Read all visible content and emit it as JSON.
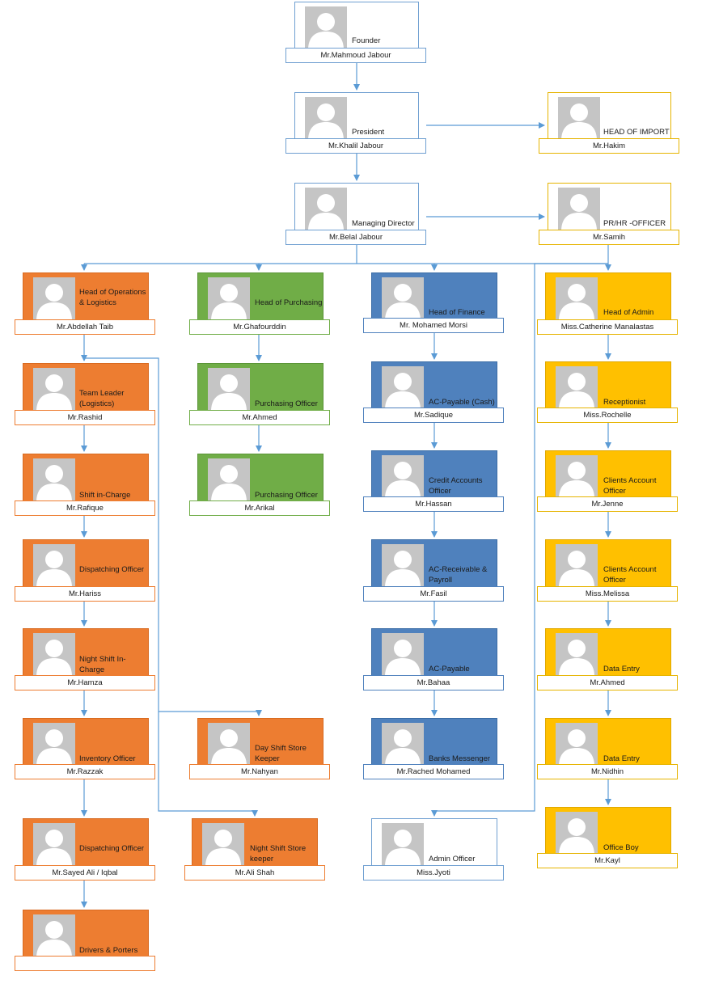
{
  "colors": {
    "connector": "#5b9bd5",
    "orange": "#ed7d31",
    "green": "#70ad47",
    "blue": "#4f81bd",
    "gold": "#ffc000",
    "photo_bg": "#c5c5c5"
  },
  "icons": {
    "photo": "person-placeholder-icon"
  },
  "nodes": {
    "founder": {
      "role": "Founder",
      "name": "Mr.Mahmoud Jabour"
    },
    "president": {
      "role": "President",
      "name": "Mr.Khalil Jabour"
    },
    "head_import": {
      "role": "HEAD OF IMPORT",
      "name": "Mr.Hakim"
    },
    "managing_director": {
      "role": "Managing Director",
      "name": "Mr.Belal Jabour"
    },
    "pr_hr": {
      "role": "PR/HR -OFFICER",
      "name": "Mr.Samih"
    },
    "head_ops": {
      "role": "Head of Operations & Logistics",
      "name": "Mr.Abdellah Taib"
    },
    "team_leader": {
      "role": "Team Leader (Logistics)",
      "name": "Mr.Rashid"
    },
    "shift_in_charge": {
      "role": "Shift in-Charge",
      "name": "Mr.Rafique"
    },
    "dispatching_1": {
      "role": "Dispatching Officer",
      "name": "Mr.Hariss"
    },
    "night_shift": {
      "role": "Night Shift In-Charge",
      "name": "Mr.Hamza"
    },
    "inventory": {
      "role": "Inventory Officer",
      "name": "Mr.Razzak"
    },
    "dispatching_2": {
      "role": "Dispatching Officer",
      "name": "Mr.Sayed Ali / Iqbal"
    },
    "drivers": {
      "role": "Drivers & Porters",
      "name": ""
    },
    "day_store": {
      "role": "Day Shift Store Keeper",
      "name": "Mr.Nahyan"
    },
    "night_store": {
      "role": "Night Shift Store keeper",
      "name": "Mr.Ali Shah"
    },
    "head_purchasing": {
      "role": "Head of Purchasing",
      "name": "Mr.Ghafourddin"
    },
    "purchasing_1": {
      "role": "Purchasing Officer",
      "name": "Mr.Ahmed"
    },
    "purchasing_2": {
      "role": "Purchasing Officer",
      "name": "Mr.Arikal"
    },
    "head_finance": {
      "role": "Head of Finance",
      "name": "Mr. Mohamed Morsi"
    },
    "ac_payable_cash": {
      "role": "AC-Payable (Cash)",
      "name": "Mr.Sadique"
    },
    "credit_accounts": {
      "role": "Credit Accounts Officer",
      "name": "Mr.Hassan"
    },
    "ac_receivable": {
      "role": "AC-Receivable & Payroll",
      "name": "Mr.Fasil"
    },
    "ac_payable": {
      "role": "AC-Payable",
      "name": "Mr.Bahaa"
    },
    "banks_messenger": {
      "role": "Banks Messenger",
      "name": "Mr.Rached Mohamed"
    },
    "admin_officer": {
      "role": "Admin Officer",
      "name": "Miss.Jyoti"
    },
    "head_admin": {
      "role": "Head of Admin",
      "name": "Miss.Catherine Manalastas"
    },
    "receptionist": {
      "role": "Receptionist",
      "name": "Miss.Rochelle"
    },
    "clients_1": {
      "role": "Clients Account Officer",
      "name": "Mr.Jenne"
    },
    "clients_2": {
      "role": "Clients Account Officer",
      "name": "Miss.Melissa"
    },
    "data_entry_1": {
      "role": "Data Entry",
      "name": "Mr.Ahmed"
    },
    "data_entry_2": {
      "role": "Data Entry",
      "name": "Mr.Nidhin"
    },
    "office_boy": {
      "role": "Office Boy",
      "name": "Mr.Kayl"
    }
  }
}
